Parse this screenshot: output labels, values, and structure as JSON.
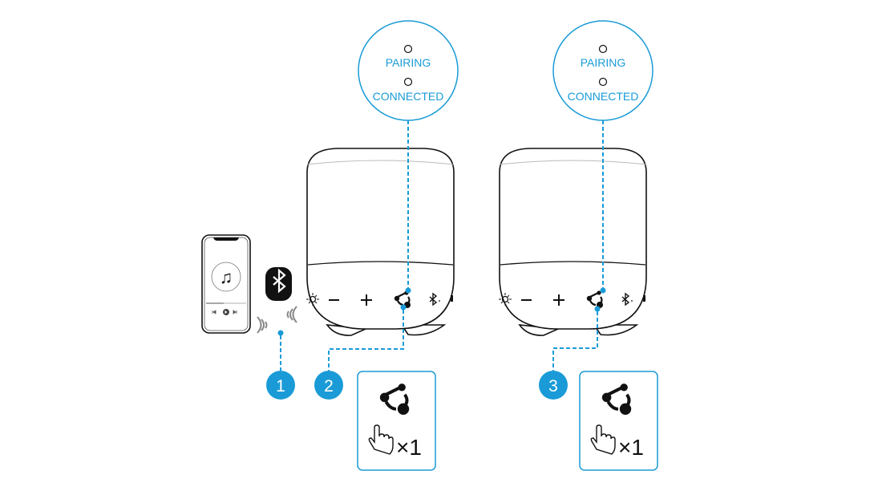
{
  "accent_color": "#1a9bd7",
  "callouts": [
    {
      "pairing": "PAIRING",
      "connected": "CONNECTED"
    },
    {
      "pairing": "PAIRING",
      "connected": "CONNECTED"
    }
  ],
  "steps": [
    {
      "number": "1"
    },
    {
      "number": "2",
      "action_icon": "party-link-icon",
      "press": "×1"
    },
    {
      "number": "3",
      "action_icon": "party-link-icon",
      "press": "×1"
    }
  ],
  "speaker_buttons": [
    "light-icon",
    "volume-down-icon",
    "volume-up-icon",
    "party-link-icon",
    "bluetooth-icon"
  ],
  "phone": {
    "icon": "music-note-icon"
  }
}
